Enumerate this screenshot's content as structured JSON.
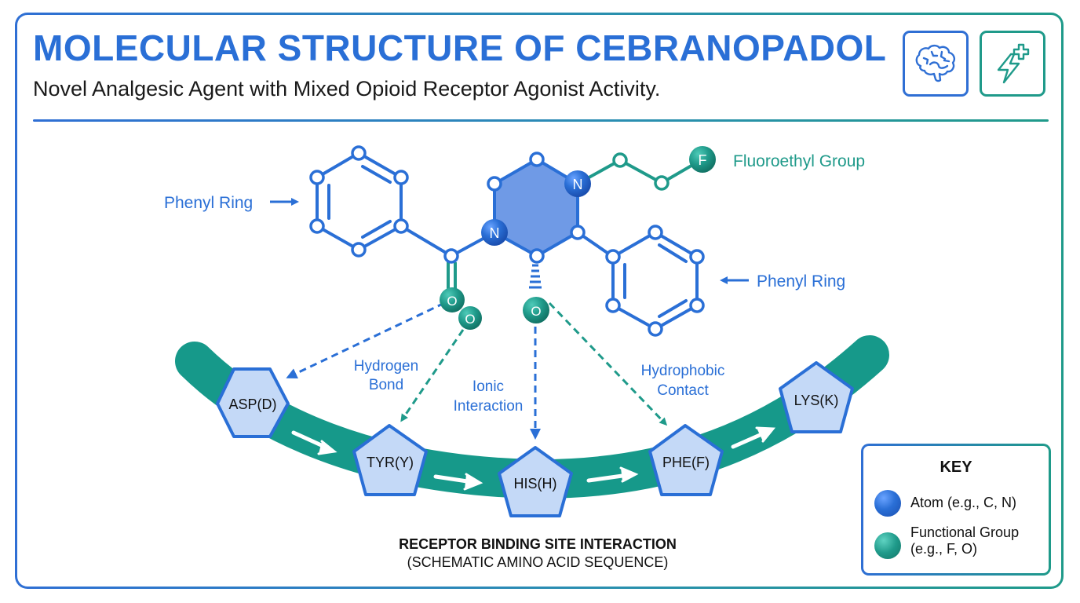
{
  "header": {
    "title": "MOLECULAR STRUCTURE OF CEBRANOPADOL",
    "subtitle": "Novel Analgesic Agent with Mixed Opioid Receptor Agonist Activity.",
    "icons": [
      {
        "name": "brain-icon",
        "color": "#2f6fd4"
      },
      {
        "name": "lightning-plus-icon",
        "color": "#1f9a8a"
      }
    ]
  },
  "colors": {
    "primary_blue": "#2a6fd6",
    "teal": "#1f9a8a",
    "ring_fill": "#6f9ae6",
    "residue_fill": "#c4d9f7",
    "backbone": "#16998a"
  },
  "molecule": {
    "labels": {
      "phenyl_left": "Phenyl Ring",
      "phenyl_right": "Phenyl Ring",
      "fluoroethyl": "Fluoroethyl Group"
    },
    "atoms": {
      "n1": "N",
      "n2": "N",
      "f": "F",
      "o1": "O",
      "o2": "O",
      "o3": "O"
    }
  },
  "interactions": [
    {
      "label_line1": "Hydrogen",
      "label_line2": "Bond"
    },
    {
      "label_line1": "Ionic",
      "label_line2": "Interaction"
    },
    {
      "label_line1": "Hydrophobic",
      "label_line2": "Contact"
    }
  ],
  "residues": [
    {
      "label": "ASP(D)",
      "shape": "hexagon"
    },
    {
      "label": "TYR(Y)",
      "shape": "pentagon"
    },
    {
      "label": "HIS(H)",
      "shape": "pentagon"
    },
    {
      "label": "PHE(F)",
      "shape": "pentagon"
    },
    {
      "label": "LYS(K)",
      "shape": "pentagon"
    }
  ],
  "caption": {
    "line1": "RECEPTOR BINDING SITE INTERACTION",
    "line2": "(SCHEMATIC AMINO ACID SEQUENCE)"
  },
  "key": {
    "title": "KEY",
    "items": [
      {
        "type": "atom",
        "label_line1": "Atom (e.g., C, N)",
        "label_line2": ""
      },
      {
        "type": "func",
        "label_line1": "Functional Group",
        "label_line2": "(e.g., F, O)"
      }
    ]
  }
}
